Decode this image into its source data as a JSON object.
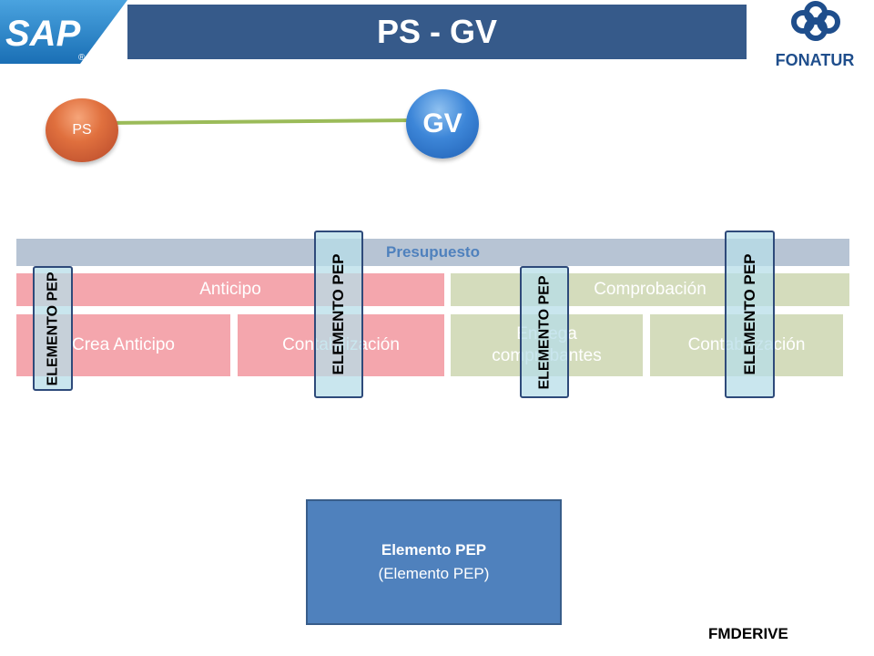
{
  "header": {
    "title": "PS - GV",
    "left_logo_text": "SAP",
    "right_logo_text": "FONATUR"
  },
  "flow": {
    "source_label": "PS",
    "target_label": "GV"
  },
  "diagram": {
    "presupuesto": "Presupuesto",
    "anticipo": "Anticipo",
    "comprobacion": "Comprobación",
    "crea_anticipo": "Crea Anticipo",
    "contabilizacion_1": "Contabilización",
    "entrega_comprobantes": "Entrega comprobantes",
    "contabilizacion_2": "Contabilización",
    "pep_tags": [
      "ELEMENTO PEP",
      "ELEMENTO PEP",
      "ELEMENTO PEP",
      "ELEMENTO PEP"
    ]
  },
  "bottom_box": {
    "title": "Elemento PEP",
    "subtitle": "(Elemento PEP)"
  },
  "footer": {
    "label": "FMDERIVE"
  },
  "colors": {
    "title_bar": "#365a8a",
    "presupuesto": "#b7c4d4",
    "anticipo": "#f4a6ad",
    "comprobacion": "#d4dcbc",
    "pep_tag": "#b7dde8",
    "bottom_box": "#4f81bd",
    "ps_circle": "#e0703e",
    "gv_circle": "#3d86d8",
    "connector": "#9bbb59"
  }
}
